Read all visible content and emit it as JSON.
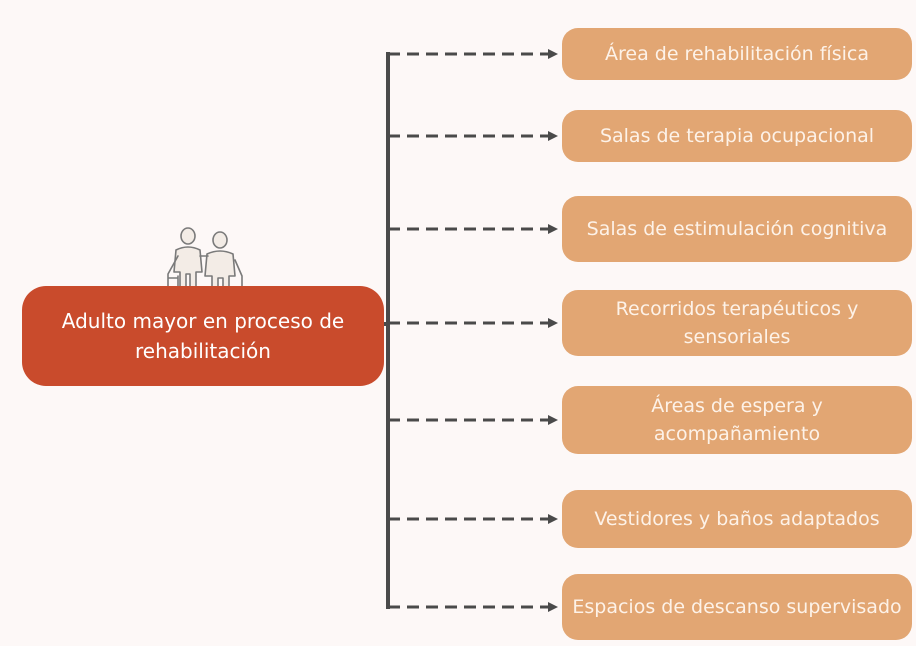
{
  "root": {
    "label": "Adulto mayor en proceso de rehabilitación",
    "icon": "elderly-couple-icon"
  },
  "branches": [
    {
      "label": "Área de rehabilitación física"
    },
    {
      "label": "Salas de terapia ocupacional"
    },
    {
      "label": "Salas de estimulación cognitiva"
    },
    {
      "label": "Recorridos terapéuticos y sensoriales"
    },
    {
      "label": "Áreas de espera y acompañamiento"
    },
    {
      "label": "Vestidores y baños adaptados"
    },
    {
      "label": "Espacios de descanso supervisado"
    }
  ],
  "colors": {
    "root": "#c94b2c",
    "branch": "#e2a673",
    "connector": "#4a4a4a",
    "background": "#fdf8f7"
  }
}
